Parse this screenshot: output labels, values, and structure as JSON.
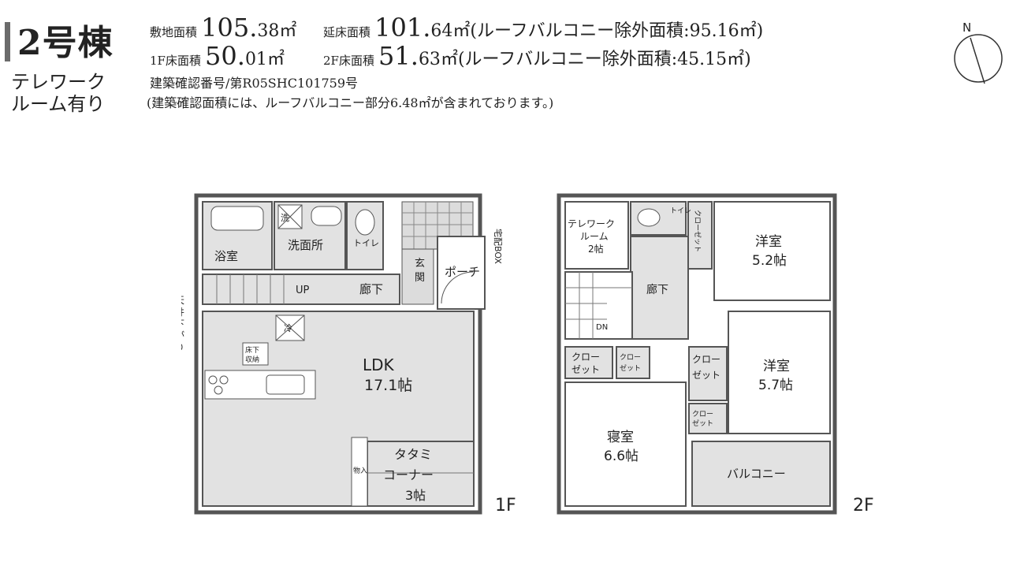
{
  "header": {
    "building": "2号棟",
    "feature_line1": "テレワーク",
    "feature_line2": "ルーム有り",
    "site_area_label": "敷地面積",
    "site_area_int": "105.",
    "site_area_dec": "38",
    "site_area_unit": "㎡",
    "total_floor_label": "延床面積",
    "total_floor_int": "101.",
    "total_floor_dec": "64",
    "total_floor_extra": "㎡(ルーフバルコニー除外面積:95.16㎡)",
    "f1_label": "1F床面積",
    "f1_int": "50.",
    "f1_dec": "01",
    "f1_unit": "㎡",
    "f2_label": "2F床面積",
    "f2_int": "51.",
    "f2_dec": "63",
    "f2_extra": "㎡(ルーフバルコニー除外面積:45.15㎡)",
    "permit": "建築確認番号/第R05SHC101759号",
    "permit_note": "(建築確認面積には、ルーフバルコニー部分6.48㎡が含まれております。)"
  },
  "compass": {
    "north": "N"
  },
  "floor1": {
    "label": "1F",
    "bath": "浴室",
    "washroom": "洗面所",
    "toilet": "トイレ",
    "entrance_1": "玄",
    "entrance_2": "関",
    "porch": "ポーチ",
    "delivery_box": "宅配BOX",
    "up": "UP",
    "hall": "廊下",
    "ceiling_1": "天",
    "ceiling_2": "井",
    "ceiling_3": "下",
    "ceiling_4": "が",
    "ceiling_5": "り",
    "fridge": "冷",
    "washer": "洗",
    "underfloor_1": "床下",
    "underfloor_2": "収納",
    "ldk": "LDK",
    "ldk_size": "17.1帖",
    "tatami_1": "タタミ",
    "tatami_2": "コーナー",
    "tatami_size": "3帖",
    "closet_in": "物入"
  },
  "floor2": {
    "label": "2F",
    "telework_1": "テレワーク",
    "telework_2": "ルーム",
    "telework_size": "2帖",
    "toilet": "トイレ",
    "closet_v": "クローゼット",
    "room_a": "洋室",
    "room_a_size": "5.2帖",
    "hall": "廊下",
    "dn": "DN",
    "closet_1": "クロー",
    "closet_2": "ゼット",
    "closet_small_1": "クロー",
    "closet_small_2": "ゼット",
    "closet_r1": "クロー",
    "closet_r2": "ゼット",
    "room_b": "洋室",
    "room_b_size": "5.7帖",
    "closet_b1": "クロー",
    "closet_b2": "ゼット",
    "bedroom": "寝室",
    "bedroom_size": "6.6帖",
    "balcony": "バルコニー"
  }
}
